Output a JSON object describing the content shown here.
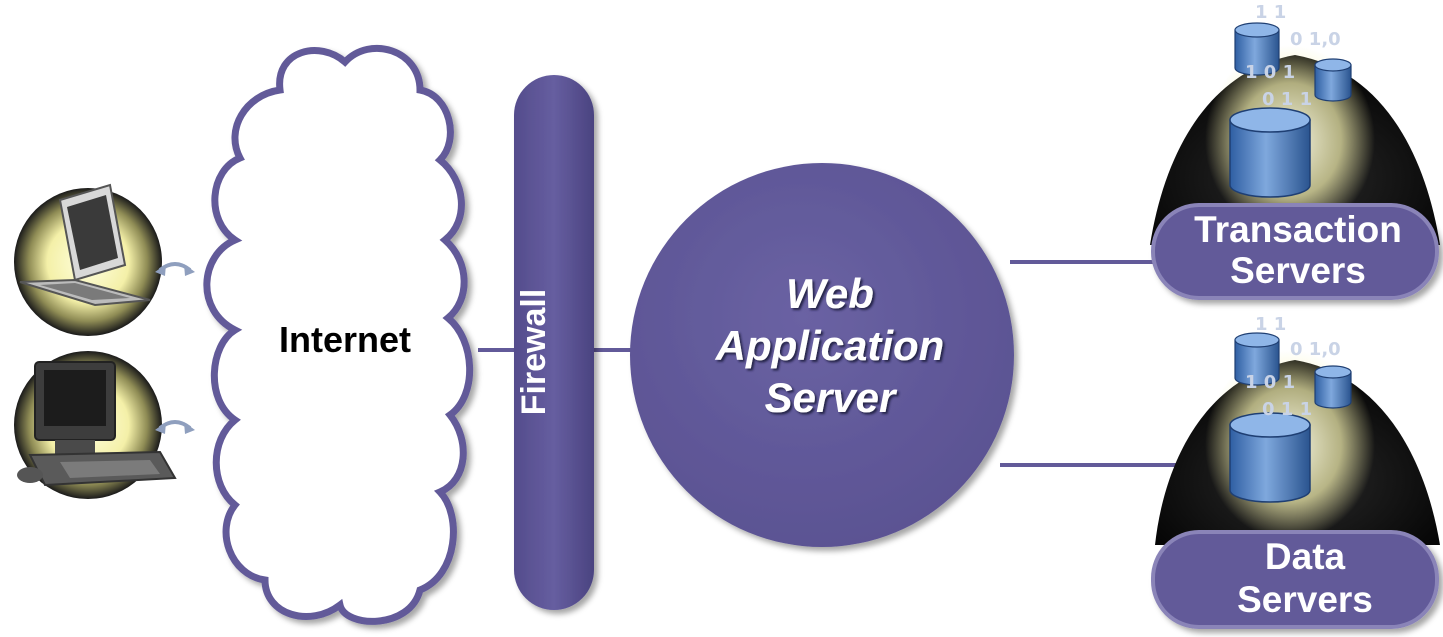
{
  "internet": {
    "label": "Internet"
  },
  "firewall": {
    "label": "Firewall"
  },
  "web_application_server": {
    "line1": "Web",
    "line2": "Application",
    "line3": "Server"
  },
  "transaction_servers": {
    "line1": "Transaction",
    "line2": "Servers"
  },
  "data_servers": {
    "line1": "Data",
    "line2": "Servers"
  },
  "colors": {
    "purple": "#625a99",
    "purple_dark": "#3e3870",
    "dome_black": "#111111",
    "cylinder_blue": "#4a7fc4",
    "glow": "#f7f3b0"
  },
  "icons": {
    "clients": [
      "laptop-icon",
      "desktop-computer-icon"
    ],
    "connections": [
      "bidirectional-arrow-icon",
      "bidirectional-arrow-icon"
    ],
    "database": "database-cylinder-icon"
  }
}
